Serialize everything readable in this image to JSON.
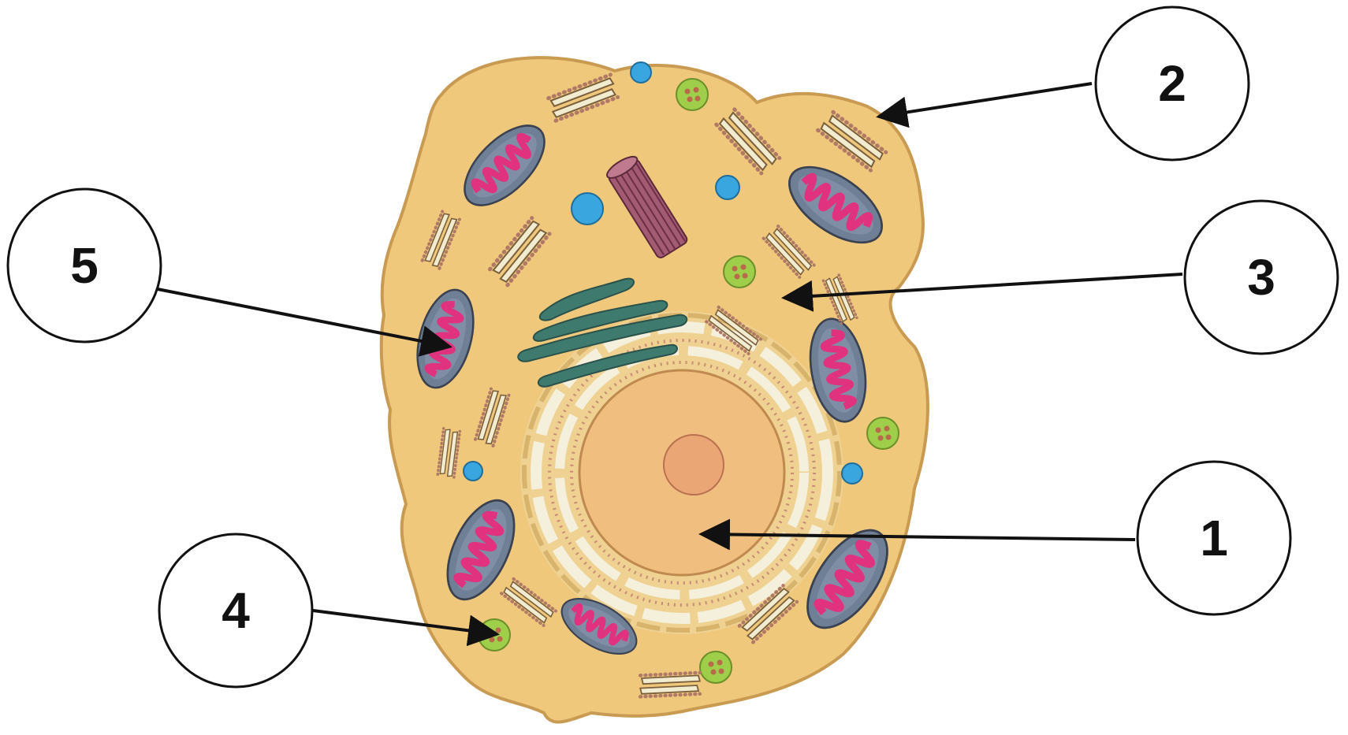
{
  "diagram": {
    "type": "animal-cell-labeled",
    "colors": {
      "cytoplasm": "#efc87c",
      "membrane": "#c89a52",
      "nucleus": "#f0bf7f",
      "nucleolus": "#eba675",
      "mitochondria_outer": "#6f7f96",
      "mitochondria_cristae": "#e0327e",
      "golgi": "#3f7a6e",
      "lysosome": "#9fcf4a",
      "vacuole": "#39a6e0",
      "centriole": "#a35a73",
      "er": "#f1ebcf"
    },
    "callouts": [
      {
        "id": "1",
        "label": "1",
        "target": "nucleus"
      },
      {
        "id": "2",
        "label": "2",
        "target": "cell-membrane"
      },
      {
        "id": "3",
        "label": "3",
        "target": "cytoplasm"
      },
      {
        "id": "4",
        "label": "4",
        "target": "lysosome"
      },
      {
        "id": "5",
        "label": "5",
        "target": "mitochondrion"
      }
    ]
  }
}
